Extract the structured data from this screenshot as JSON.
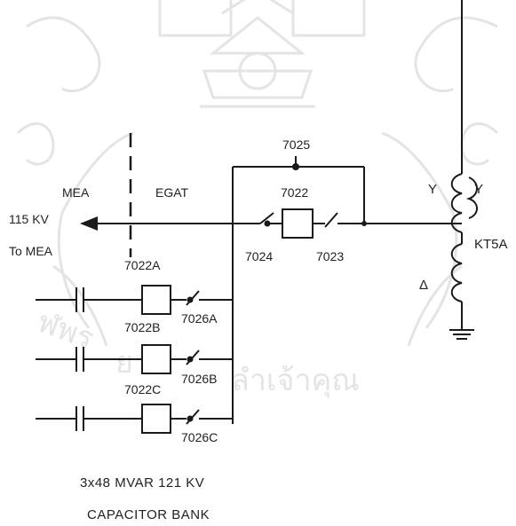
{
  "colors": {
    "line": "#1a1a1a",
    "watermark": "#e4e4e4",
    "text": "#222222",
    "background": "#ffffff"
  },
  "watermark": {
    "name": "university-seal-watermark",
    "text": "ฬพร ยอ ลำเจ้าคุณ"
  },
  "regions": {
    "left": "MEA",
    "right": "EGAT"
  },
  "line_out": {
    "voltage": "115 KV",
    "destination": "To MEA"
  },
  "devices": {
    "bus_switch": "7025",
    "breaker_main": "7022",
    "disconnect_left": "7024",
    "disconnect_right": "7023",
    "breaker_a": "7022A",
    "breaker_b": "7022B",
    "breaker_c": "7022C",
    "disconnect_a": "7026A",
    "disconnect_b": "7026B",
    "disconnect_c": "7026C"
  },
  "transformer": {
    "name": "KT5A",
    "primary_symbol": "Y",
    "secondary_symbol": "Y",
    "tertiary_symbol": "Δ"
  },
  "capacitor_bank": {
    "rating": "3x48 MVAR 121 KV",
    "title": "CAPACITOR BANK"
  }
}
